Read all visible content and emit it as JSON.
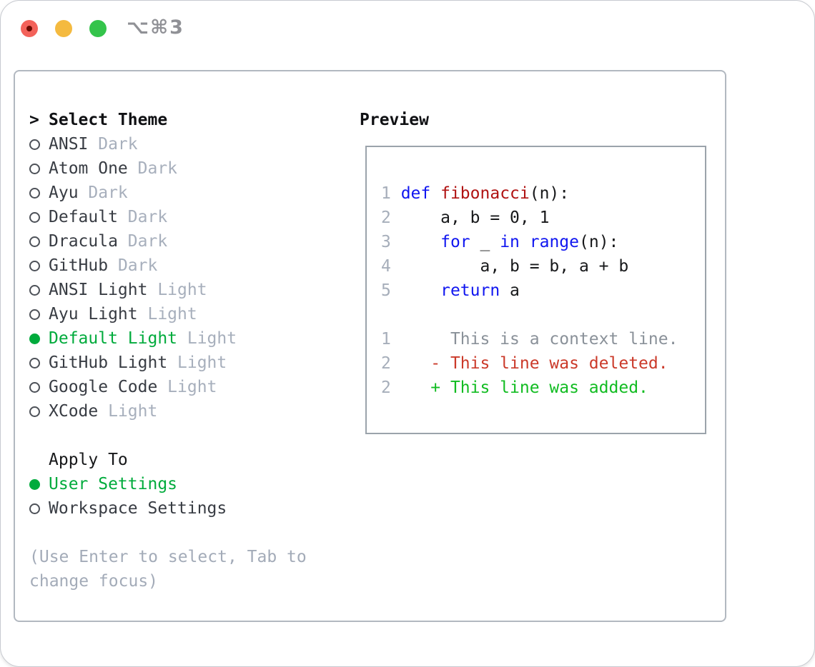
{
  "colors": {
    "selected_green": "#00ab3c",
    "keyword_blue": "#1016f0",
    "function_red": "#b01212",
    "deleted_red": "#cb3a2a",
    "added_green": "#12bc22",
    "muted_gray": "#a7afbc",
    "panel_border": "#b2b8c0",
    "preview_border": "#9ba3ab"
  },
  "window": {
    "title": "⌥⌘3",
    "traffic_lights": [
      "close",
      "minimize",
      "zoom"
    ]
  },
  "picker": {
    "marker": ">",
    "title": "Select Theme",
    "items": [
      {
        "name": "ANSI",
        "variant": "Dark",
        "selected": false
      },
      {
        "name": "Atom One",
        "variant": "Dark",
        "selected": false
      },
      {
        "name": "Ayu",
        "variant": "Dark",
        "selected": false
      },
      {
        "name": "Default",
        "variant": "Dark",
        "selected": false
      },
      {
        "name": "Dracula",
        "variant": "Dark",
        "selected": false
      },
      {
        "name": "GitHub",
        "variant": "Dark",
        "selected": false
      },
      {
        "name": "ANSI Light",
        "variant": "Light",
        "selected": false
      },
      {
        "name": "Ayu Light",
        "variant": "Light",
        "selected": false
      },
      {
        "name": "Default Light",
        "variant": "Light",
        "selected": true
      },
      {
        "name": "GitHub Light",
        "variant": "Light",
        "selected": false
      },
      {
        "name": "Google Code",
        "variant": "Light",
        "selected": false
      },
      {
        "name": "XCode",
        "variant": "Light",
        "selected": false
      }
    ],
    "apply_to": {
      "title": "Apply To",
      "options": [
        {
          "label": "User Settings",
          "selected": true
        },
        {
          "label": "Workspace Settings",
          "selected": false
        }
      ]
    },
    "hint": "(Use Enter to select, Tab to change focus)"
  },
  "preview": {
    "title": "Preview",
    "lines": [
      [],
      [
        {
          "t": "1 ",
          "c": "num"
        },
        {
          "t": "def",
          "c": "kw"
        },
        {
          "t": " ",
          "c": "plain"
        },
        {
          "t": "fibonacci",
          "c": "fn"
        },
        {
          "t": "(n):",
          "c": "plain"
        }
      ],
      [
        {
          "t": "2 ",
          "c": "num"
        },
        {
          "t": "    a, b = 0, 1",
          "c": "plain"
        }
      ],
      [
        {
          "t": "3 ",
          "c": "num"
        },
        {
          "t": "    ",
          "c": "plain"
        },
        {
          "t": "for",
          "c": "kw"
        },
        {
          "t": " _ ",
          "c": "plain"
        },
        {
          "t": "in",
          "c": "kw"
        },
        {
          "t": " ",
          "c": "plain"
        },
        {
          "t": "range",
          "c": "kw"
        },
        {
          "t": "(n):",
          "c": "plain"
        }
      ],
      [
        {
          "t": "4 ",
          "c": "num"
        },
        {
          "t": "        a, b = b, a + b",
          "c": "plain"
        }
      ],
      [
        {
          "t": "5 ",
          "c": "num"
        },
        {
          "t": "    ",
          "c": "plain"
        },
        {
          "t": "return",
          "c": "kw"
        },
        {
          "t": " a",
          "c": "plain"
        }
      ],
      [],
      [
        {
          "t": "1 ",
          "c": "num"
        },
        {
          "t": "     This is a context line.",
          "c": "ctx"
        }
      ],
      [
        {
          "t": "2 ",
          "c": "num"
        },
        {
          "t": "   - This line was deleted.",
          "c": "del"
        }
      ],
      [
        {
          "t": "2 ",
          "c": "num"
        },
        {
          "t": "   + This line was added.",
          "c": "add"
        }
      ]
    ]
  }
}
